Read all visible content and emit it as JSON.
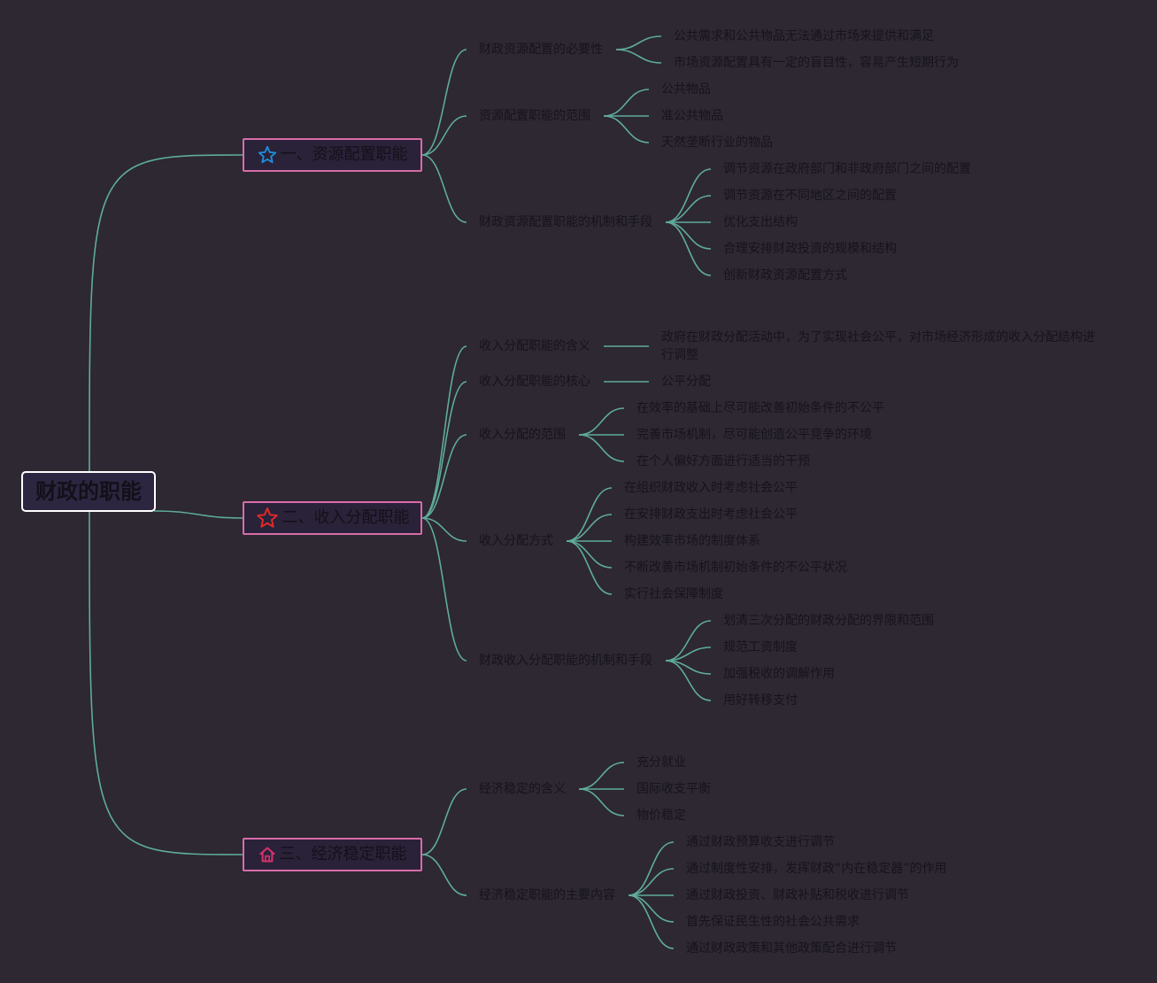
{
  "root": {
    "label": "财政的职能"
  },
  "colors": {
    "link": "#5fab9c",
    "main_border": "#d86ca8",
    "root_border": "#ffffff",
    "background": "#2d2832",
    "star_blue": "#1f8fe0",
    "star_red": "#e02a2a",
    "home_pink": "#d8326e"
  },
  "branches": [
    {
      "label": "一、资源配置职能",
      "icon": "star-outline-icon",
      "children": [
        {
          "label": "财政资源配置的必要性",
          "children": [
            "公共需求和公共物品无法通过市场来提供和满足",
            "市场资源配置具有一定的盲目性，容易产生短期行为"
          ]
        },
        {
          "label": "资源配置职能的范围",
          "children": [
            "公共物品",
            "准公共物品",
            "天然垄断行业的物品"
          ]
        },
        {
          "label": "财政资源配置职能的机制和手段",
          "children": [
            "调节资源在政府部门和非政府部门之间的配置",
            "调节资源在不同地区之间的配置",
            "优化支出结构",
            "合理安排财政投资的规模和结构",
            "创新财政资源配置方式"
          ]
        }
      ]
    },
    {
      "label": "二、收入分配职能",
      "icon": "star-outline-icon",
      "children": [
        {
          "label": "收入分配职能的含义",
          "children": [
            "政府在财政分配活动中，为了实现社会公平，对市场经济形成的收入分配结构进行调整"
          ]
        },
        {
          "label": "收入分配职能的核心",
          "children": [
            "公平分配"
          ]
        },
        {
          "label": "收入分配的范围",
          "children": [
            "在效率的基础上尽可能改善初始条件的不公平",
            "完善市场机制，尽可能创造公平竞争的环境",
            "在个人偏好方面进行适当的干预"
          ]
        },
        {
          "label": "收入分配方式",
          "children": [
            "在组织财政收入时考虑社会公平",
            "在安排财政支出时考虑社会公平",
            "构建效率市场的制度体系",
            "不断改善市场机制初始条件的不公平状况",
            "实行社会保障制度"
          ]
        },
        {
          "label": "财政收入分配职能的机制和手段",
          "children": [
            "划清三次分配的财政分配的界限和范围",
            "规范工资制度",
            "加强税收的调解作用",
            "用好转移支付"
          ]
        }
      ]
    },
    {
      "label": "三、经济稳定职能",
      "icon": "home-icon",
      "children": [
        {
          "label": "经济稳定的含义",
          "children": [
            "充分就业",
            "国际收支平衡",
            "物价稳定"
          ]
        },
        {
          "label": "经济稳定职能的主要内容",
          "children": [
            "通过财政预算收支进行调节",
            "通过制度性安排，发挥财政“内在稳定器”的作用",
            "通过财政投资、财政补贴和税收进行调节",
            "首先保证民生性的社会公共需求",
            "通过财政政策和其他政策配合进行调节"
          ]
        }
      ]
    }
  ]
}
